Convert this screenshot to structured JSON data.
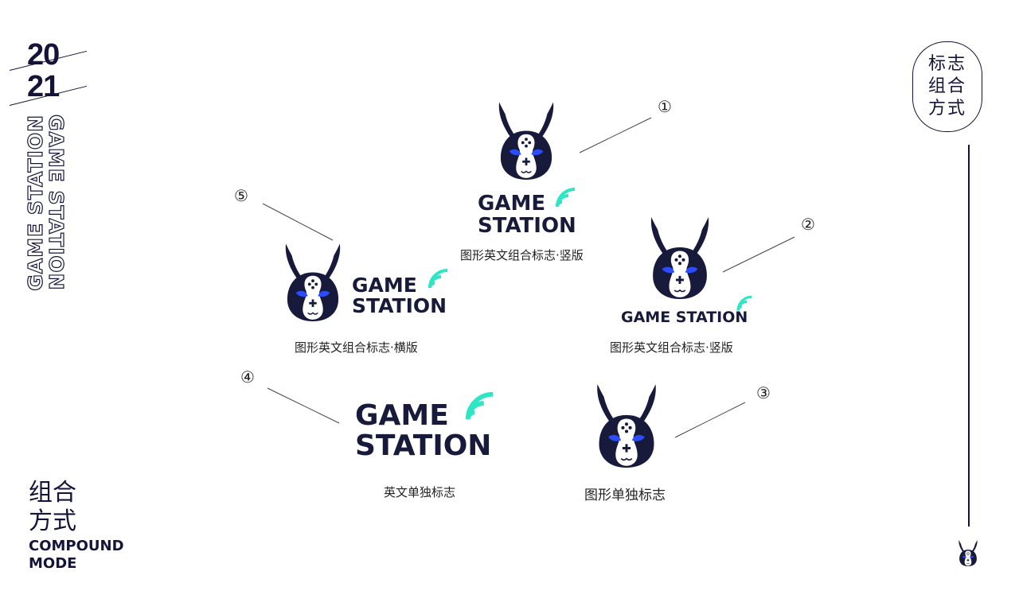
{
  "year": {
    "line1": "20",
    "line2": "21"
  },
  "side_title": "GAME STATION",
  "section_title_cn_line1": "组合",
  "section_title_cn_line2": "方式",
  "section_title_en_line1": "COMPOUND",
  "section_title_en_line2": "MODE",
  "badge_label": "标志组合方式",
  "wordmark": {
    "line1": "GAME",
    "line2": "STATION",
    "single": "GAME STATION"
  },
  "items": [
    {
      "number": "①",
      "caption": "图形英文组合标志·竖版"
    },
    {
      "number": "②",
      "caption": "图形英文组合标志·竖版"
    },
    {
      "number": "③",
      "caption": "图形单独标志"
    },
    {
      "number": "④",
      "caption": "英文单独标志"
    },
    {
      "number": "⑤",
      "caption": "图形英文组合标志·横版"
    }
  ],
  "colors": {
    "navy": "#181a3c",
    "accent": "#2ee6c4",
    "eyes": "#2a4dff"
  },
  "icons": [
    "rabbit-logo-icon",
    "wifi-signal-icon"
  ]
}
